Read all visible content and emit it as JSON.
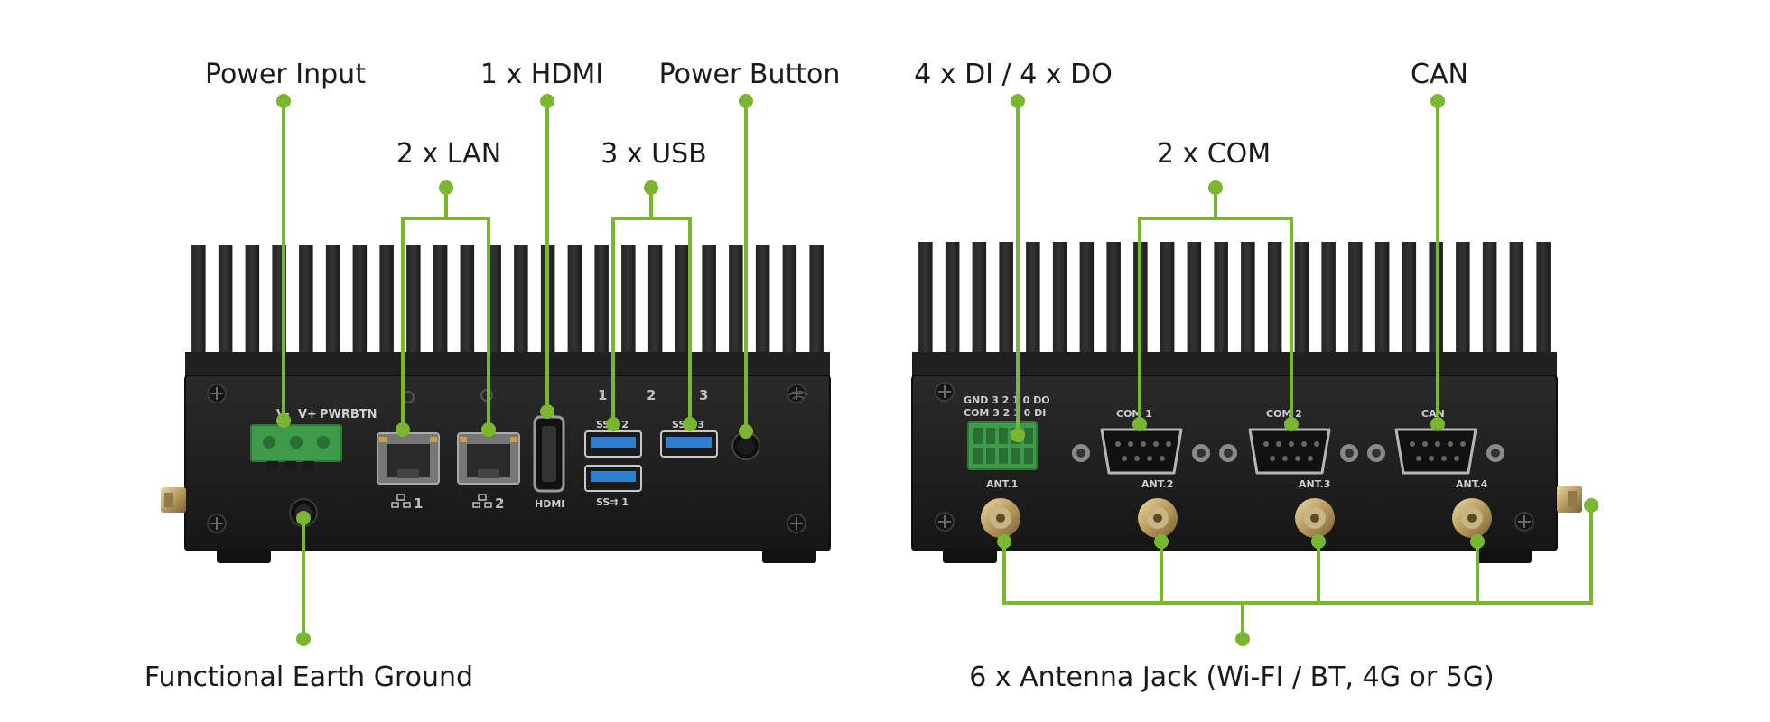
{
  "colors": {
    "accent": "#7ab730",
    "chassis": "#1d1d1d",
    "panel": "#232323",
    "usb_blue": "#2d7fd0",
    "terminal_green": "#3f9b4a"
  },
  "front_panel": {
    "callouts": {
      "power_input": "Power Input",
      "hdmi": "1 x HDMI",
      "power_button": "Power Button",
      "lan": "2 x LAN",
      "usb": "3 x USB",
      "earth_ground": "Functional Earth Ground"
    },
    "printed": {
      "terminal_label_1": "V-",
      "terminal_label_2": "V+",
      "terminal_label_3": "PWRBTN",
      "lan1": "1",
      "lan2": "2",
      "hdmi": "HDMI",
      "usb_num_1": "1",
      "usb_num_2": "2",
      "usb_num_3": "3",
      "usb_port_a": "SS⇉ 2",
      "usb_port_b": "SS⇉ 3",
      "usb_port_c": "SS⇉ 1"
    }
  },
  "rear_panel": {
    "callouts": {
      "dio": "4 x DI / 4 x DO",
      "can": "CAN",
      "com": "2 x COM",
      "antenna": "6 x Antenna Jack (Wi-FI / BT, 4G or 5G)"
    },
    "printed": {
      "dio_row1": "GND 3  2  1  0  DO",
      "dio_row2": "COM 3  2  1  0  DI",
      "com1": "COM 1",
      "com2": "COM 2",
      "can": "CAN",
      "ant1": "ANT.1",
      "ant2": "ANT.2",
      "ant3": "ANT.3",
      "ant4": "ANT.4"
    }
  }
}
